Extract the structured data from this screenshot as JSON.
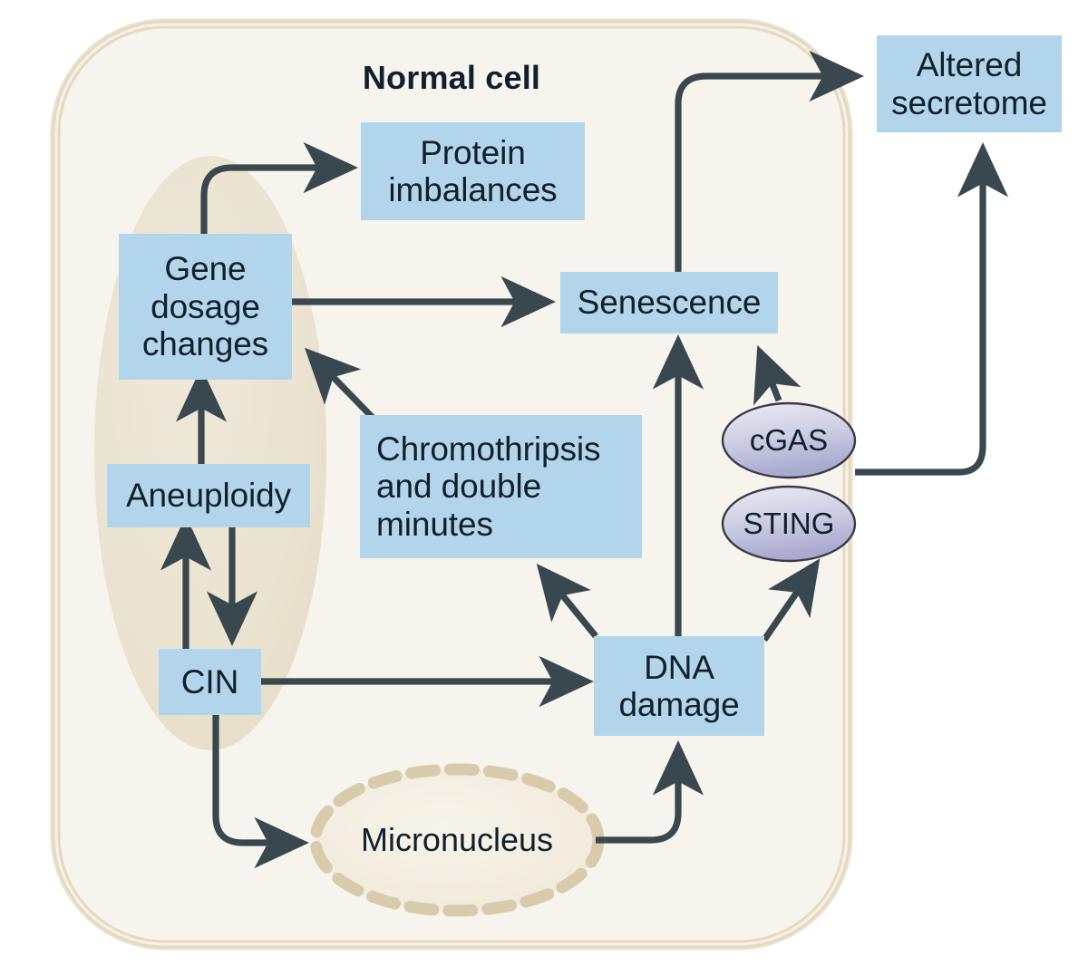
{
  "figure": {
    "type": "biological-pathway-diagram",
    "title": "Normal cell",
    "compartments": [
      {
        "id": "cell",
        "label": "Normal cell",
        "shape": "rounded-rect",
        "role": "cell-membrane"
      },
      {
        "id": "nucleus",
        "label": "",
        "shape": "ellipse",
        "role": "nucleus"
      },
      {
        "id": "micronucleus",
        "label": "Micronucleus",
        "shape": "dashed-ellipse",
        "role": "micronucleus"
      }
    ],
    "nodes": [
      {
        "id": "protein_imbalances",
        "label": "Protein\nimbalances",
        "shape": "box",
        "location": "cytoplasm"
      },
      {
        "id": "gene_dosage_changes",
        "label": "Gene\ndosage\nchanges",
        "shape": "box",
        "location": "nucleus"
      },
      {
        "id": "aneuploidy",
        "label": "Aneuploidy",
        "shape": "box",
        "location": "nucleus"
      },
      {
        "id": "cin",
        "label": "CIN",
        "shape": "box",
        "location": "nucleus"
      },
      {
        "id": "chromothripsis",
        "label": "Chromothripsis\nand double\nminutes",
        "shape": "box",
        "location": "cytoplasm"
      },
      {
        "id": "senescence",
        "label": "Senescence",
        "shape": "box",
        "location": "cytoplasm"
      },
      {
        "id": "dna_damage",
        "label": "DNA\ndamage",
        "shape": "box",
        "location": "cytoplasm"
      },
      {
        "id": "cgas",
        "label": "cGAS",
        "shape": "ellipse",
        "location": "cytoplasm"
      },
      {
        "id": "sting",
        "label": "STING",
        "shape": "ellipse",
        "location": "cytoplasm"
      },
      {
        "id": "micronucleus",
        "label": "Micronucleus",
        "shape": "dashed-ellipse",
        "location": "cytoplasm"
      },
      {
        "id": "altered_secretome",
        "label": "Altered\nsecretome",
        "shape": "box",
        "location": "extracellular"
      }
    ],
    "edges": [
      {
        "from": "gene_dosage_changes",
        "to": "protein_imbalances",
        "style": "curved-arrow"
      },
      {
        "from": "gene_dosage_changes",
        "to": "senescence",
        "style": "straight-arrow"
      },
      {
        "from": "aneuploidy",
        "to": "gene_dosage_changes",
        "style": "straight-arrow"
      },
      {
        "from": "cin",
        "to": "aneuploidy",
        "style": "straight-arrow"
      },
      {
        "from": "aneuploidy",
        "to": "cin",
        "style": "straight-arrow"
      },
      {
        "from": "cin",
        "to": "dna_damage",
        "style": "straight-arrow"
      },
      {
        "from": "cin",
        "to": "micronucleus",
        "style": "curved-arrow"
      },
      {
        "from": "chromothripsis",
        "to": "gene_dosage_changes",
        "style": "diagonal-arrow"
      },
      {
        "from": "dna_damage",
        "to": "chromothripsis",
        "style": "diagonal-arrow"
      },
      {
        "from": "dna_damage",
        "to": "senescence",
        "style": "straight-arrow"
      },
      {
        "from": "dna_damage",
        "to": "sting",
        "style": "diagonal-arrow"
      },
      {
        "from": "dna_damage",
        "to": "altered_secretome",
        "style": "curved-arrow"
      },
      {
        "from": "cgas",
        "to": "senescence",
        "style": "diagonal-arrow"
      },
      {
        "from": "micronucleus",
        "to": "dna_damage",
        "style": "curved-arrow"
      },
      {
        "from": "cgas_sting",
        "to": "altered_secretome",
        "style": "curved-arrow"
      }
    ]
  },
  "labels": {
    "title": "Normal cell",
    "protein_imbalances": "Protein\nimbalances",
    "gene_dosage_changes": "Gene\ndosage\nchanges",
    "aneuploidy": "Aneuploidy",
    "cin": "CIN",
    "chromothripsis": "Chromothripsis\nand double\nminutes",
    "senescence": "Senescence",
    "dna_damage": "DNA\ndamage",
    "cgas": "cGAS",
    "sting": "STING",
    "micronucleus": "Micronucleus",
    "altered_secretome": "Altered\nsecretome"
  },
  "colors": {
    "page_background": "#ffffff",
    "cell_fill": "#f7f3e9",
    "cell_border": "#ded0b4",
    "cell_border_inner": "#f3ece0",
    "nucleus_fill": "#ece4d3",
    "micronucleus_fill": "#f5f0e4",
    "micronucleus_border": "#d9cdb0",
    "box_fill": "#b3d5ec",
    "oval_fill_top": "#e2e0f0",
    "oval_fill_bottom": "#aeb0d4",
    "oval_border": "#3a3a46",
    "arrow": "#39474e",
    "text": "#10202c"
  }
}
